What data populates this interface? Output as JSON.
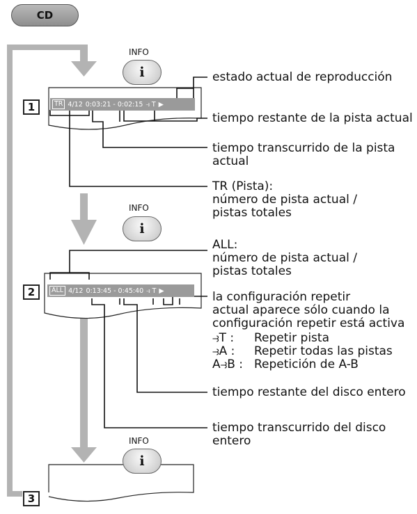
{
  "mode_button": "CD",
  "info_label": "INFO",
  "info_glyph": "i",
  "steps": [
    "1",
    "2",
    "3"
  ],
  "display1": {
    "tag": "TR",
    "track": "4/12",
    "times": "0:03:21 - 0:02:15",
    "repeat": "⥽ T",
    "play": "▶"
  },
  "display2": {
    "tag": "ALL",
    "track": "4/12",
    "times": "0:13:45 - 0:45:40",
    "repeat": "⥽ T",
    "play": "▶"
  },
  "labels": {
    "playback_status": "estado actual de reproducción",
    "track_remaining": "tiempo restante de la pista actual",
    "track_elapsed_1": "tiempo transcurrido de la pista",
    "track_elapsed_2": "actual",
    "tr_1": "TR (Pista):",
    "tr_2": "número de pista actual /",
    "tr_3": "pistas totales",
    "all_1": "ALL:",
    "all_2": "número de pista actual /",
    "all_3": "pistas totales",
    "repeat_1": "la configuración repetir",
    "repeat_2": "actual aparece sólo cuando la",
    "repeat_3": "configuración repetir está activa",
    "rep_t_key": "⥽T :",
    "rep_t_val": "Repetir pista",
    "rep_a_key": "⥽A :",
    "rep_a_val": "Repetir todas las pistas",
    "rep_ab_key": "A⥽B :",
    "rep_ab_val": "Repetición de A-B",
    "disc_remaining": "tiempo restante del disco entero",
    "disc_elapsed_1": "tiempo transcurrido del disco",
    "disc_elapsed_2": "entero"
  }
}
